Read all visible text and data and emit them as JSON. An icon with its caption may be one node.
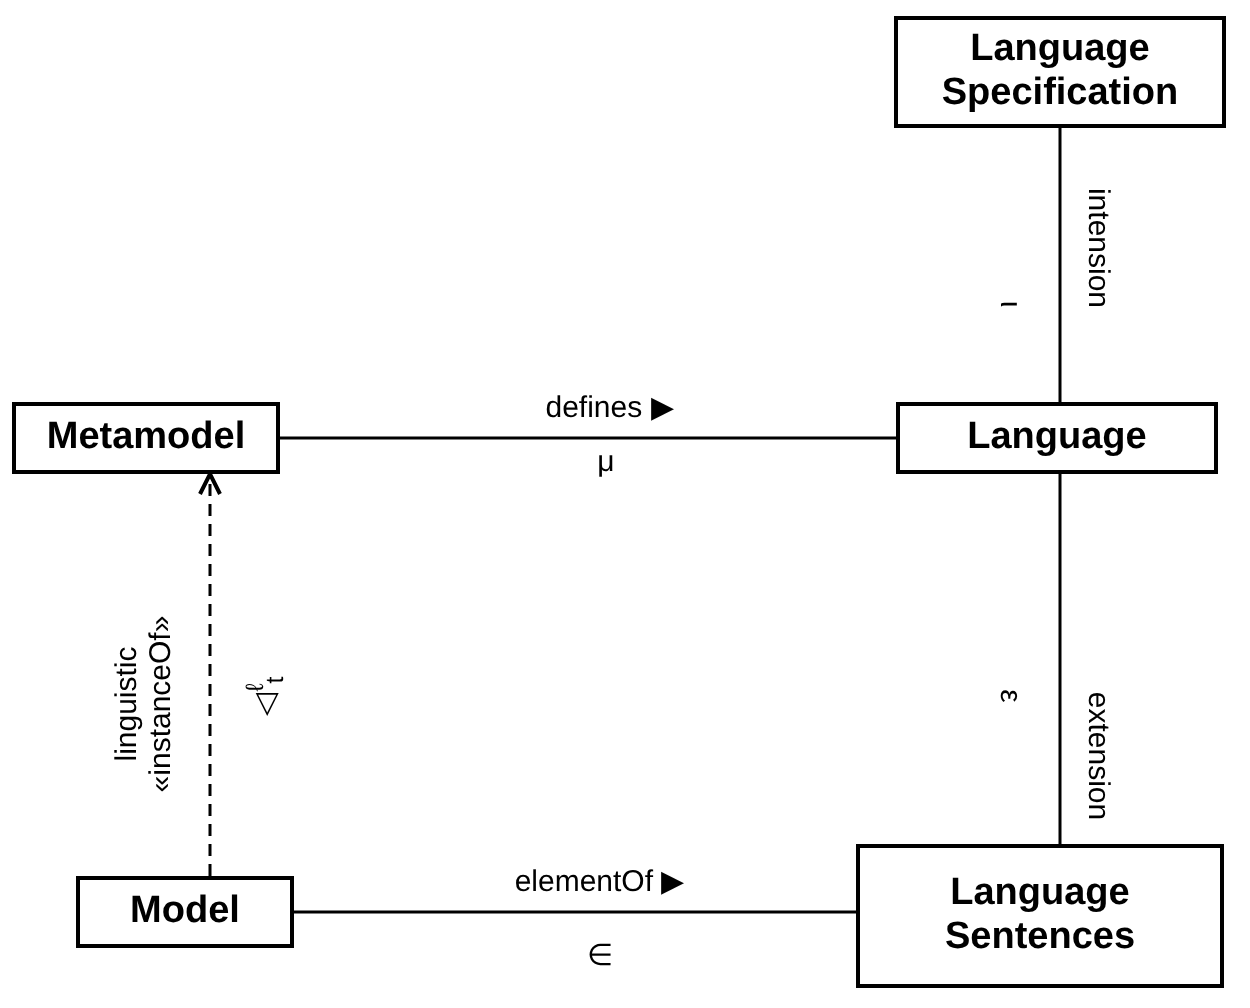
{
  "diagram": {
    "nodes": [
      {
        "text": [
          "Language Specification"
        ]
      },
      {
        "text": [
          "Metamodel"
        ]
      },
      {
        "text": [
          "Language"
        ]
      },
      {
        "text": [
          "Model"
        ]
      },
      {
        "text": [
          "Language Sentences"
        ]
      }
    ],
    "edges": [
      {
        "from": 0,
        "to": 2,
        "arrow": "none",
        "label": "intension"
      },
      {
        "from": 1,
        "to": 2,
        "arrow": "none",
        "label": "defines ▶"
      },
      {
        "from": 3,
        "to": 1,
        "arrow": "to",
        "style": "dashed",
        "label": "linguistic «instanceOf»"
      },
      {
        "from": 2,
        "to": 4,
        "arrow": "none",
        "label": "extension"
      },
      {
        "from": 3,
        "to": 4,
        "arrow": "none",
        "label": "elementOf ▶"
      }
    ],
    "labels": [
      "ι",
      "μ",
      "◁$^{ℓ}$$_{t}$",
      "ε",
      "∈"
    ]
  }
}
